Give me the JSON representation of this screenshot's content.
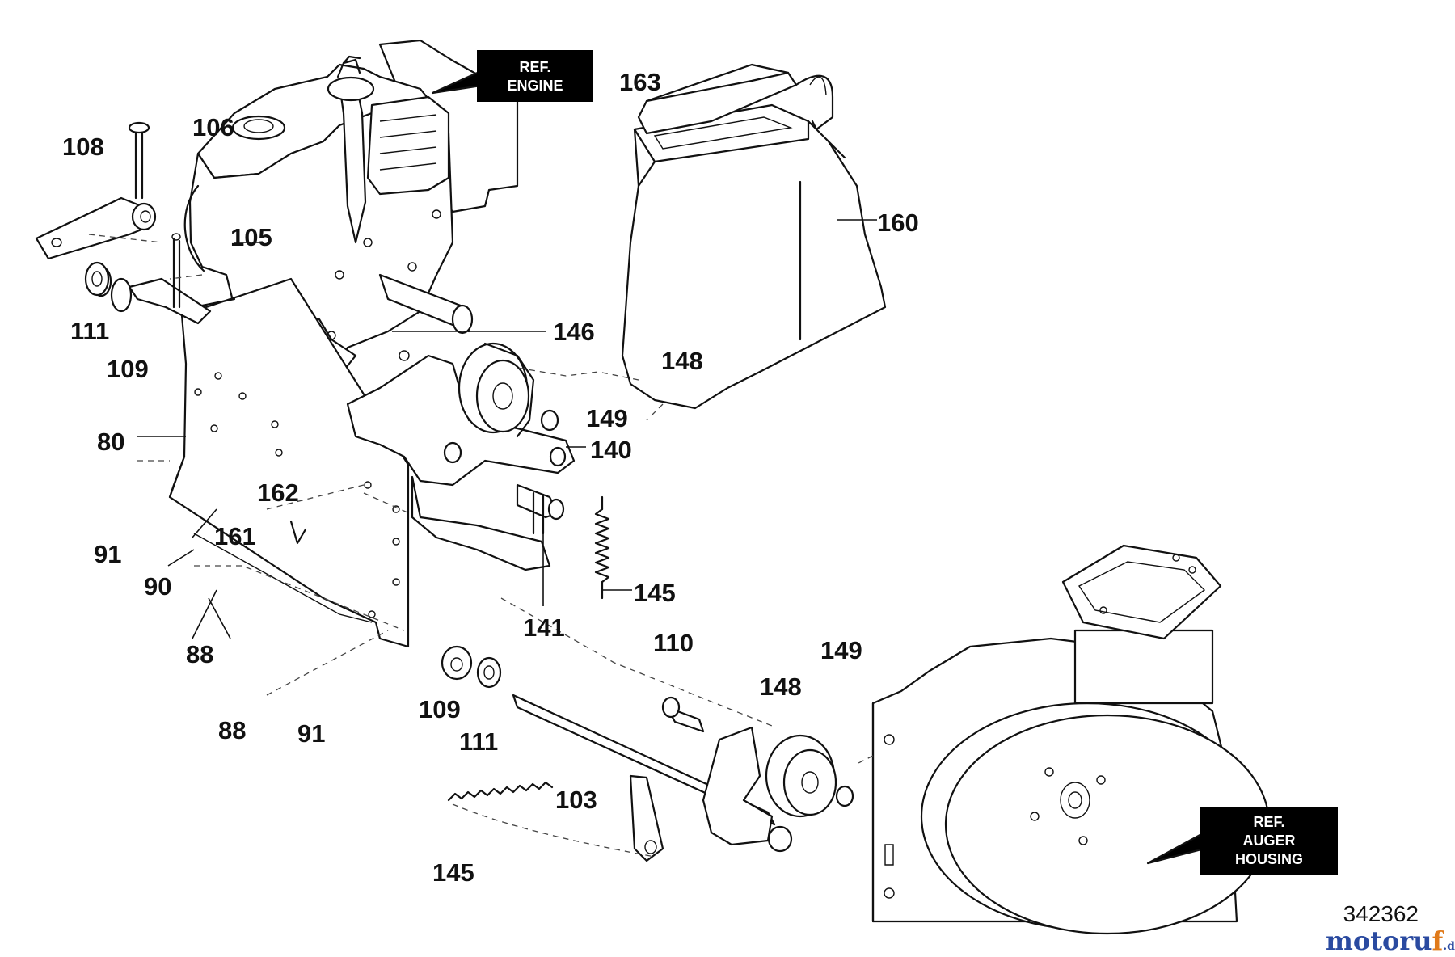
{
  "diagram": {
    "drawing_number": "342362",
    "watermark": {
      "brand_start": "motoru",
      "brand_end": "f",
      "tld": ".de"
    },
    "ref_boxes": {
      "engine": {
        "line1": "REF.",
        "line2": "ENGINE"
      },
      "auger": {
        "line1": "REF.",
        "line2": "AUGER",
        "line3": "HOUSING"
      }
    },
    "part_labels": [
      "108",
      "106",
      "105",
      "163",
      "160",
      "111",
      "109",
      "146",
      "148",
      "149",
      "80",
      "140",
      "162",
      "161",
      "91",
      "90",
      "145",
      "141",
      "88",
      "110",
      "149",
      "148",
      "109",
      "111",
      "88",
      "91",
      "103",
      "145"
    ]
  },
  "colors": {
    "line": "#111111",
    "ref_box": "#000000",
    "brand_blue": "#2a4aa0",
    "brand_orange": "#e07a1a"
  }
}
